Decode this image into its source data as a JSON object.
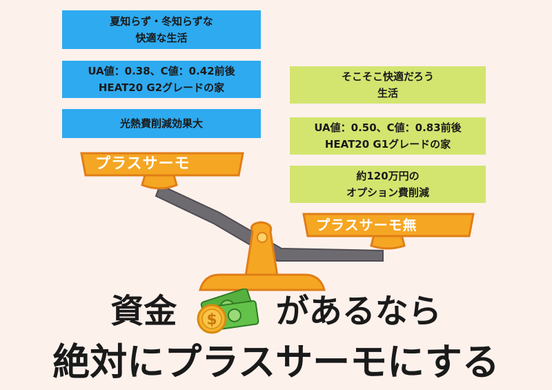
{
  "left_panel": {
    "items": [
      {
        "lines": [
          "夏知らず・冬知らずな",
          "快適な生活"
        ]
      },
      {
        "lines": [
          "UA値：0.38、C値：0.42前後",
          "HEAT20 G2グレードの家"
        ]
      },
      {
        "lines": [
          "光熱費削減効果大"
        ]
      }
    ],
    "tray_label": "プラスサーモ",
    "color": "#2eaaf0"
  },
  "right_panel": {
    "items": [
      {
        "lines": [
          "そこそこ快適だろう",
          "生活"
        ]
      },
      {
        "lines": [
          "UA値：0.50、C値：0.83前後",
          "HEAT20 G1グレードの家"
        ]
      },
      {
        "lines": [
          "約120万円の",
          "オプション費削減"
        ]
      }
    ],
    "tray_label": "プラスサーモ無",
    "color": "#d3e56f"
  },
  "headline": {
    "line1_part1": "資金",
    "line1_part2": "があるなら",
    "line2": "絶対にプラスサーモにする",
    "money_icon": "money-coin-icon",
    "coin_symbol": "$"
  },
  "colors": {
    "background": "#fdf1ec",
    "tray": "#f5a623",
    "beam": "#6d6a70"
  }
}
